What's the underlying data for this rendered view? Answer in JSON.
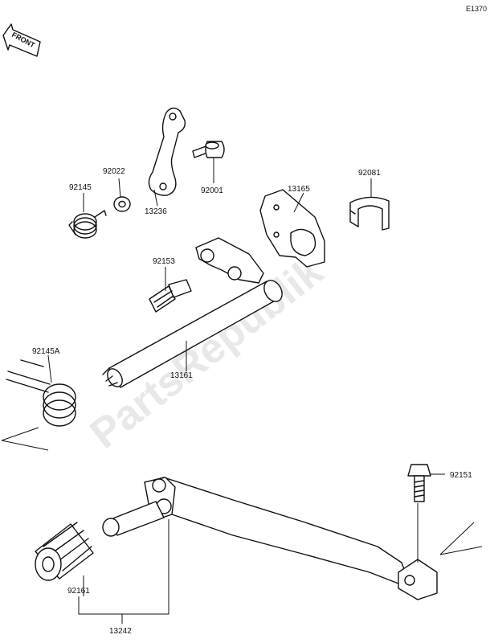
{
  "diagram_code": "E1370",
  "front_label": "FRONT",
  "watermark": "PartsRepublik",
  "parts": [
    {
      "number": "92145"
    },
    {
      "number": "92022"
    },
    {
      "number": "13236"
    },
    {
      "number": "92001"
    },
    {
      "number": "13165"
    },
    {
      "number": "92081"
    },
    {
      "number": "92153"
    },
    {
      "number": "92145A"
    },
    {
      "number": "13161"
    },
    {
      "number": "92151"
    },
    {
      "number": "92161"
    },
    {
      "number": "13242"
    }
  ]
}
